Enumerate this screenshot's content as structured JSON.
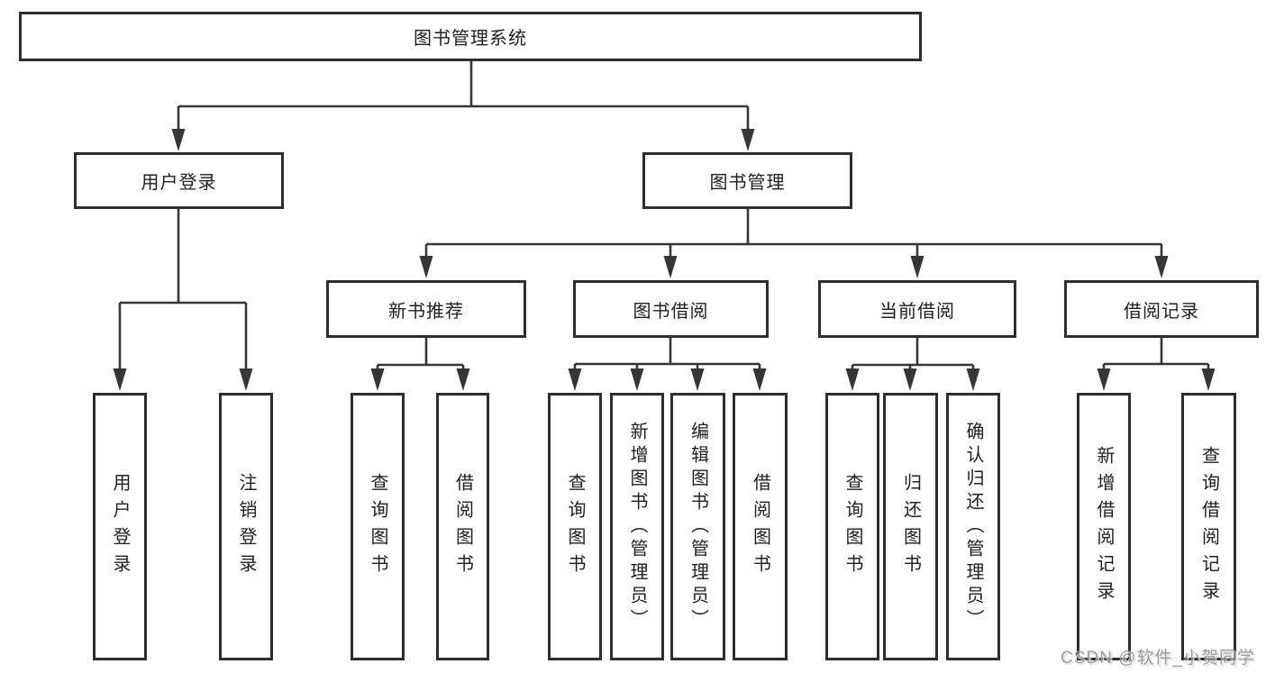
{
  "colors": {
    "background": "#ffffff",
    "box_border": "#2e2e2e",
    "box_fill": "#ffffff",
    "line": "#363636",
    "text": "#1f1f1f",
    "watermark": "#9c9c9c"
  },
  "tree": {
    "root": {
      "label": "图书管理系统"
    },
    "level2": [
      {
        "id": "user-login",
        "label": "用户登录"
      },
      {
        "id": "book-management",
        "label": "图书管理"
      }
    ],
    "level3": [
      {
        "id": "new-book-recommend",
        "label": "新书推荐",
        "parent": "图书管理"
      },
      {
        "id": "book-borrowing",
        "label": "图书借阅",
        "parent": "图书管理"
      },
      {
        "id": "current-borrowing",
        "label": "当前借阅",
        "parent": "图书管理"
      },
      {
        "id": "borrowing-records",
        "label": "借阅记录",
        "parent": "图书管理"
      }
    ],
    "leaves": [
      {
        "id": "user-login-leaf",
        "label": "用户登录",
        "parent": "用户登录"
      },
      {
        "id": "logout",
        "label": "注销登录",
        "parent": "用户登录"
      },
      {
        "id": "query-books-recommend",
        "label": "查询图书",
        "parent": "新书推荐"
      },
      {
        "id": "borrow-books-recommend",
        "label": "借阅图书",
        "parent": "新书推荐"
      },
      {
        "id": "query-books-borrowing",
        "label": "查询图书",
        "parent": "图书借阅"
      },
      {
        "id": "add-books-admin",
        "label": "新增图书（管理员）",
        "parent": "图书借阅"
      },
      {
        "id": "edit-books-admin",
        "label": "编辑图书（管理员）",
        "parent": "图书借阅"
      },
      {
        "id": "borrow-books-borrowing",
        "label": "借阅图书",
        "parent": "图书借阅"
      },
      {
        "id": "query-books-current",
        "label": "查询图书",
        "parent": "当前借阅"
      },
      {
        "id": "return-books",
        "label": "归还图书",
        "parent": "当前借阅"
      },
      {
        "id": "confirm-return-admin",
        "label": "确认归还（管理员）",
        "parent": "当前借阅"
      },
      {
        "id": "add-borrow-record",
        "label": "新增借阅记录",
        "parent": "借阅记录"
      },
      {
        "id": "query-borrow-record",
        "label": "查询借阅记录",
        "parent": "借阅记录"
      }
    ]
  },
  "watermark": {
    "text": "CSDN @软件_小贺同学"
  }
}
